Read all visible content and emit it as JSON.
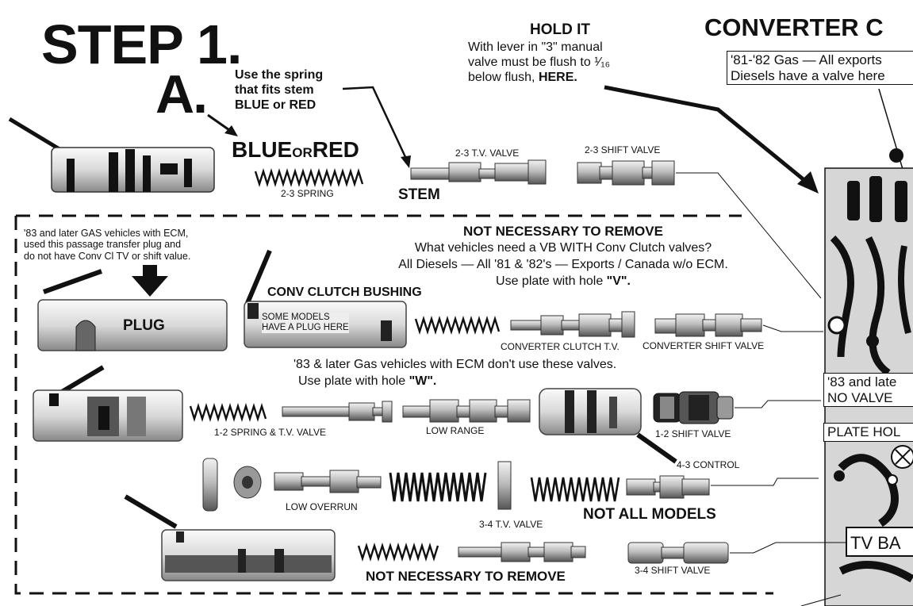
{
  "step_title": "STEP 1.",
  "step_letter": "A.",
  "spring_note": [
    "Use the spring",
    "that fits stem",
    "BLUE or RED"
  ],
  "blue_or_red": {
    "blue": "BLUE",
    "or": "OR",
    "red": "RED"
  },
  "hold_it": {
    "title": "HOLD IT",
    "line1": "With lever in \"3\" manual",
    "line2": "valve must be flush to ¹⁄₁₆",
    "line3_prefix": "below flush, ",
    "line3_bold": "HERE."
  },
  "converter_title": "CONVERTER C",
  "converter_box": [
    "'81-'82 Gas — All exports",
    "Diesels have a valve here"
  ],
  "part_labels": {
    "spring_23": "2-3 SPRING",
    "stem": "STEM",
    "tv_valve_23": "2-3 T.V. VALVE",
    "shift_valve_23": "2-3 SHIFT VALVE",
    "plug": "PLUG",
    "conv_clutch_bushing": "CONV CLUTCH BUSHING",
    "some_models": [
      "SOME MODELS",
      "HAVE A PLUG HERE"
    ],
    "converter_clutch_tv": "CONVERTER CLUTCH T.V.",
    "converter_shift_valve": "CONVERTER SHIFT VALVE",
    "spring_tv_12": "1-2 SPRING & T.V. VALVE",
    "low_range": "LOW RANGE",
    "shift_valve_12": "1-2 SHIFT VALVE",
    "control_43": "4-3 CONTROL",
    "low_overrun": "LOW OVERRUN",
    "tv_valve_34": "3-4 T.V. VALVE",
    "not_all_models": "NOT ALL MODELS",
    "not_necessary_bottom": "NOT NECESSARY TO REMOVE",
    "shift_valve_34": "3-4 SHIFT VALVE"
  },
  "ecm_note": [
    "'83 and later GAS vehicles with ECM,",
    "used this passage transfer plug and",
    "do not have Conv Cl TV or shift value."
  ],
  "not_necessary": {
    "title": "NOT NECESSARY TO REMOVE",
    "line1": "What vehicles need a VB WITH Conv Clutch valves?",
    "line2": "All Diesels — All '81 & '82's — Exports / Canada w/o ECM.",
    "line3_prefix": "Use plate with hole ",
    "line3_bold": "\"V\"."
  },
  "gas_note": {
    "line1": "'83 & later Gas vehicles with ECM don't use these valves.",
    "line2_prefix": "Use plate with hole ",
    "line2_bold": "\"W\"."
  },
  "right_box_83": [
    "'83 and late",
    "NO VALVE"
  ],
  "plate_hole": "PLATE HOL",
  "tv_ba": "TV BA"
}
